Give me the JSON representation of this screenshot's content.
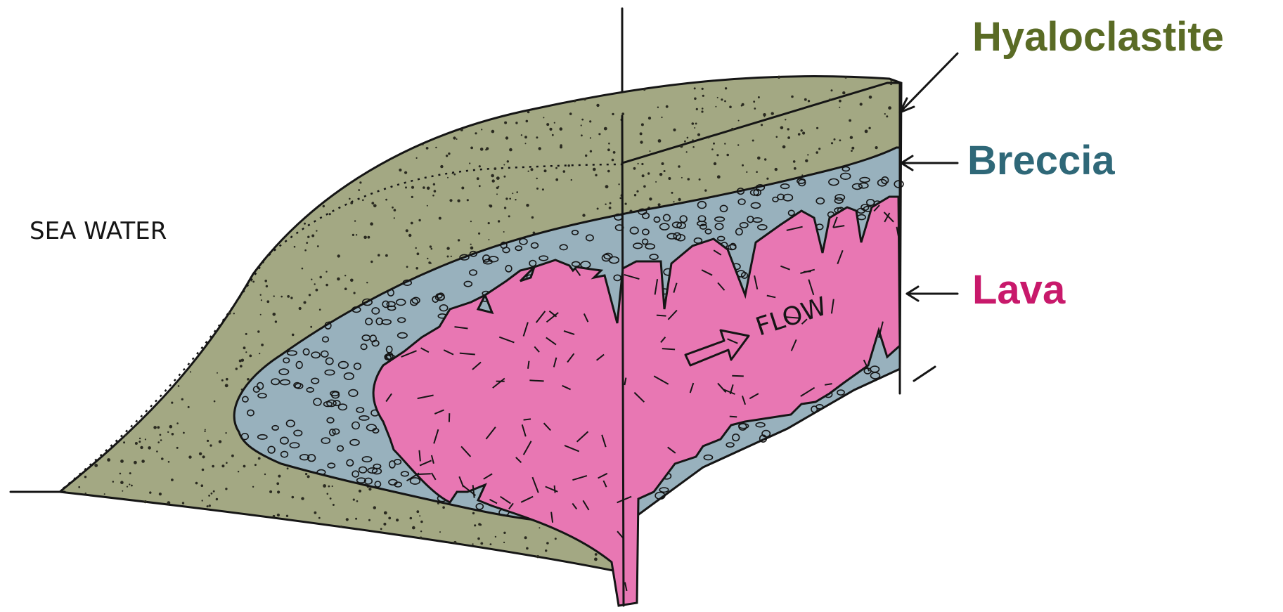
{
  "labels": {
    "sea_water": "SEA WATER",
    "flow": "FLOW",
    "hyaloclastite": "Hyaloclastite",
    "breccia": "Breccia",
    "lava": "Lava"
  },
  "colors": {
    "hyaloclastite": "#a3a883",
    "breccia": "#98b1bd",
    "lava": "#e877b3",
    "hyaloclastite_label": "#5a6b25",
    "breccia_label": "#2f6878",
    "lava_label": "#c8196b",
    "ink": "#151515"
  }
}
